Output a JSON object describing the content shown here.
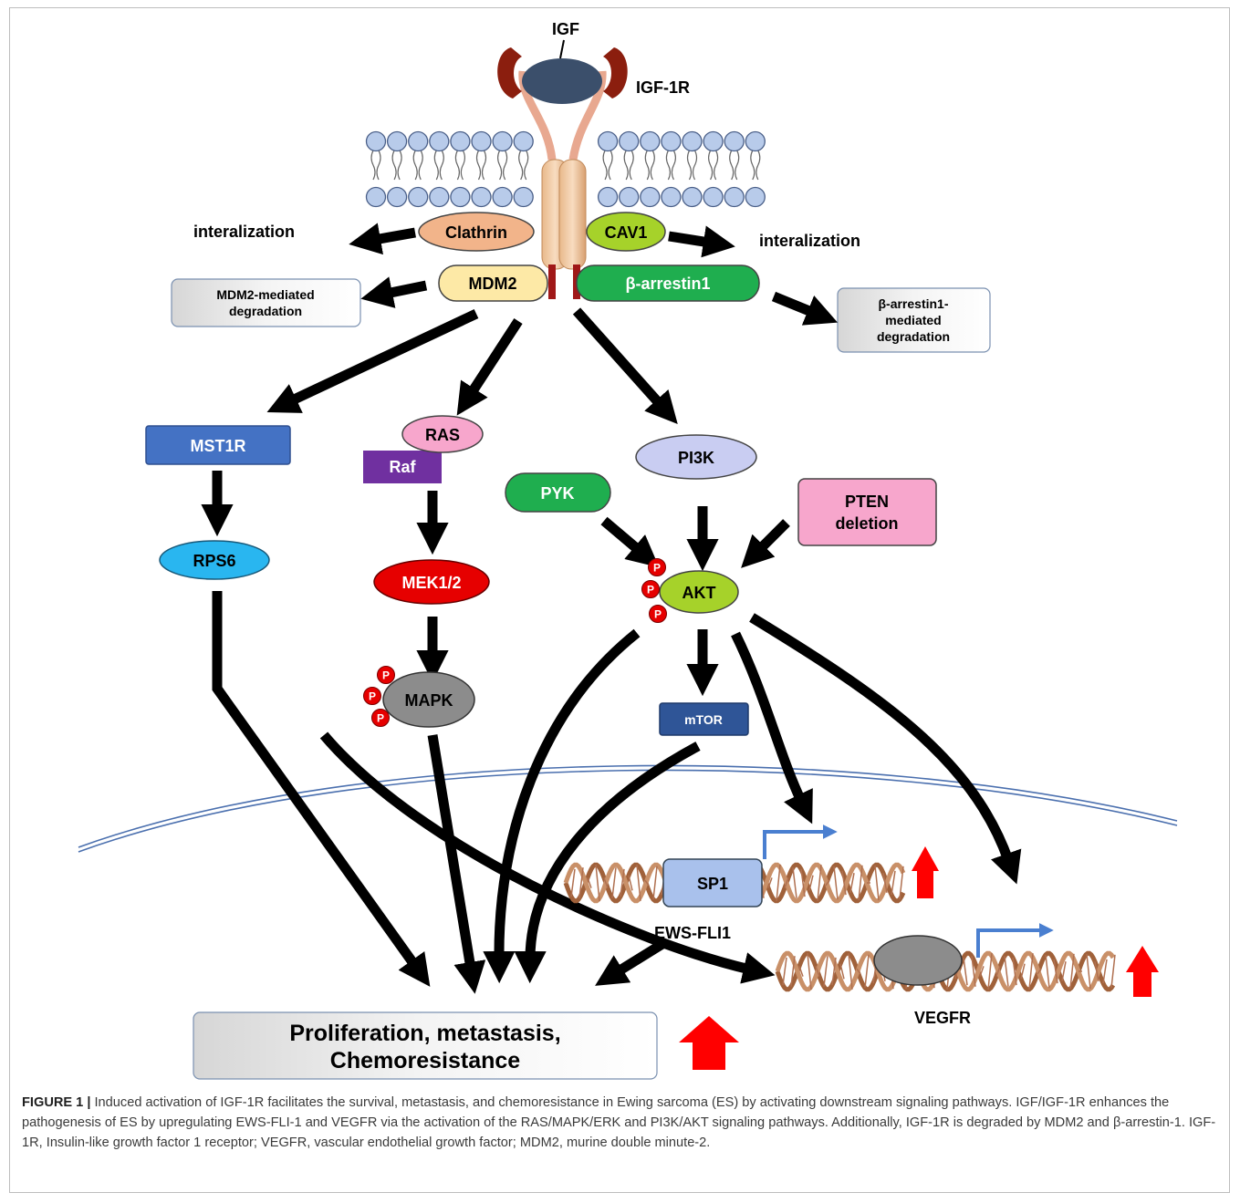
{
  "diagram": {
    "ligand": "IGF",
    "receptor": "IGF-1R",
    "membrane_proteins": {
      "clathrin": "Clathrin",
      "cav1": "CAV1",
      "mdm2": "MDM2",
      "barrestin": "β-arrestin1"
    },
    "internalization_left": "interalization",
    "internalization_right": "interalization",
    "mdm2_degradation": [
      "MDM2-mediated",
      "degradation"
    ],
    "barrestin_degradation": [
      "β-arrestin1-",
      "mediated",
      "degradation"
    ],
    "nodes": {
      "mst1r": "MST1R",
      "rps6": "RPS6",
      "ras": "RAS",
      "raf": "Raf",
      "mek": "MEK1/2",
      "mapk": "MAPK",
      "pi3k": "PI3K",
      "pyk": "PYK",
      "pten": [
        "PTEN",
        "deletion"
      ],
      "akt": "AKT",
      "mtor": "mTOR",
      "sp1": "SP1",
      "ews_fli1": "EWS-FLI1",
      "vegfr": "VEGFR",
      "phospho": "P"
    },
    "outcome": [
      "Proliferation, metastasis,",
      "Chemoresistance"
    ]
  },
  "caption": {
    "label": "FIGURE 1 |",
    "text": " Induced activation of IGF-1R facilitates the survival, metastasis, and chemoresistance in Ewing sarcoma (ES) by activating downstream signaling pathways. IGF/IGF-1R enhances the pathogenesis of ES by upregulating EWS-FLI-1 and VEGFR via the activation of the RAS/MAPK/ERK and PI3K/AKT signaling pathways. Additionally, IGF-1R is degraded by MDM2 and β-arrestin-1. IGF-1R, Insulin-like growth factor 1 receptor; VEGFR, vascular endothelial growth factor; MDM2, murine double minute-2."
  },
  "colors": {
    "clathrin": "#f2b48a",
    "cav1": "#a6d22a",
    "mdm2": "#fde9a6",
    "barrestin": "#1fae4f",
    "mst1r": "#4472c4",
    "rps6": "#29b6f0",
    "ras": "#f7a6cc",
    "raf": "#7030a0",
    "mek": "#e60000",
    "mapk": "#8c8c8c",
    "pi3k": "#c9cdf2",
    "pyk": "#1fae4f",
    "pten": "#f7a6cc",
    "akt": "#a6d22a",
    "mtor": "#2f5597",
    "sp1": "#a9c1ec",
    "dna": "#a0613a",
    "up_arrow": "#ff0000",
    "tss_arrow": "#4a7fd0"
  }
}
